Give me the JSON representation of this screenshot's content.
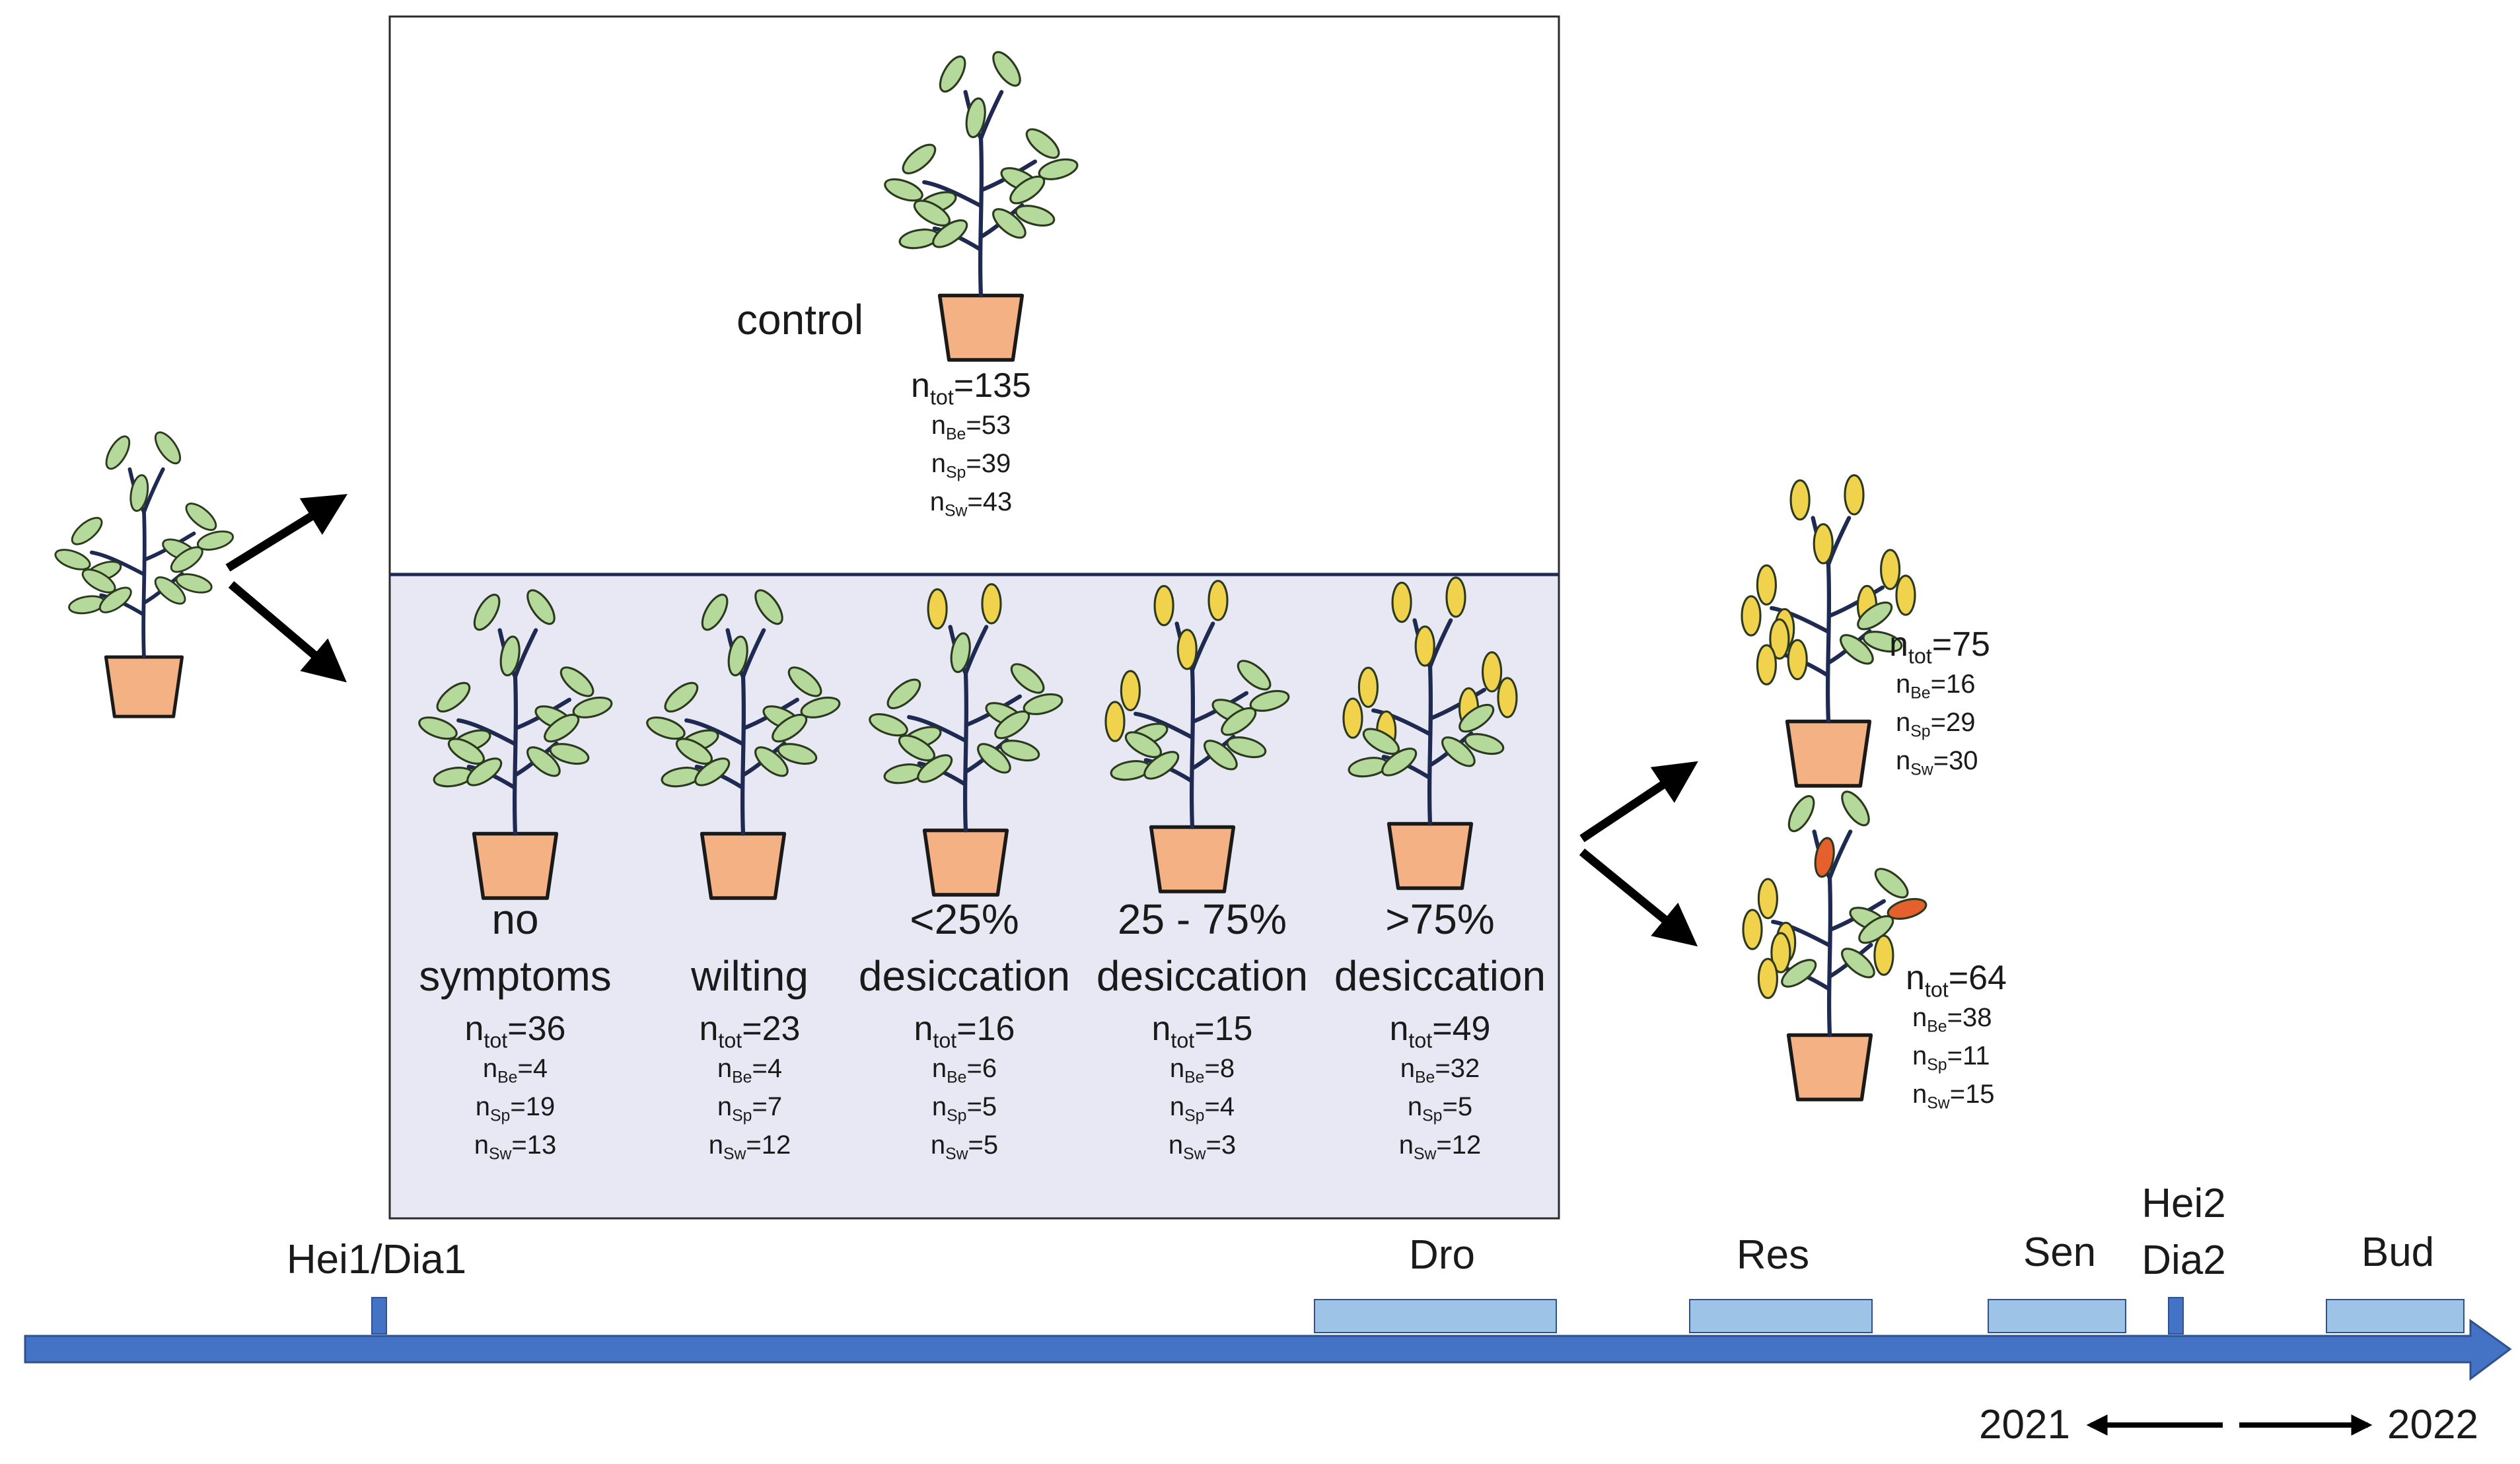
{
  "diagram": {
    "control": {
      "label": "control",
      "n_tot": "135",
      "n_be": "53",
      "n_sp": "39",
      "n_sw": "43"
    },
    "treatments": [
      {
        "label_line1": "no",
        "label_line2": "symptoms",
        "n_tot": "36",
        "n_be": "4",
        "n_sp": "19",
        "n_sw": "13"
      },
      {
        "label_line1": "",
        "label_line2": "wilting",
        "n_tot": "23",
        "n_be": "4",
        "n_sp": "7",
        "n_sw": "12"
      },
      {
        "label_line1": "<25%",
        "label_line2": "desiccation",
        "n_tot": "16",
        "n_be": "6",
        "n_sp": "5",
        "n_sw": "5"
      },
      {
        "label_line1": "25 - 75%",
        "label_line2": "desiccation",
        "n_tot": "15",
        "n_be": "8",
        "n_sp": "4",
        "n_sw": "3"
      },
      {
        "label_line1": ">75%",
        "label_line2": "desiccation",
        "n_tot": "49",
        "n_be": "32",
        "n_sp": "5",
        "n_sw": "12"
      }
    ],
    "outcomes": [
      {
        "n_tot": "75",
        "n_be": "16",
        "n_sp": "29",
        "n_sw": "30"
      },
      {
        "n_tot": "64",
        "n_be": "38",
        "n_sp": "11",
        "n_sw": "15"
      }
    ],
    "subscripts": {
      "tot": "tot",
      "be": "Be",
      "sp": "Sp",
      "sw": "Sw",
      "n": "n",
      "eq": "="
    },
    "timeline": {
      "events": [
        {
          "label": "Hei1/Dia1"
        },
        {
          "label": "Dro"
        },
        {
          "label": "Res"
        },
        {
          "label": "Sen"
        },
        {
          "label_line1": "Hei2",
          "label_line2": "Dia2"
        },
        {
          "label": "Bud"
        }
      ],
      "year_left": "2021",
      "year_right": "2022"
    },
    "colors": {
      "leaf_green": "#b5d99a",
      "leaf_yellow": "#f1d24d",
      "leaf_red": "#e5602c",
      "pot": "#f3b184",
      "stem": "#1f2a52",
      "treatment_panel": "#e8e8f4",
      "timeline_bar": "#4472c4",
      "timeline_period": "#9dc3e6"
    }
  }
}
